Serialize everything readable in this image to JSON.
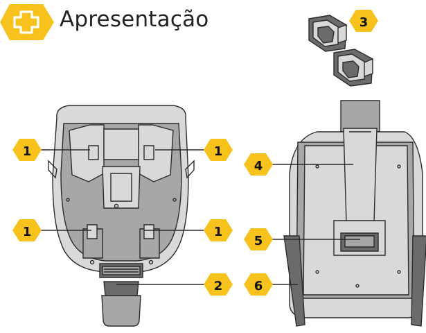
{
  "header": {
    "title": "Apresentação",
    "logo_icon": "first-aid-cross-icon"
  },
  "callouts": [
    "1",
    "1",
    "1",
    "1",
    "2",
    "3",
    "4",
    "5",
    "6"
  ],
  "colors": {
    "accent": "#f7c21c",
    "line": "#2b2b2b",
    "shell_fill": "#d9d9d9",
    "shell_dark": "#9e9e9e"
  }
}
